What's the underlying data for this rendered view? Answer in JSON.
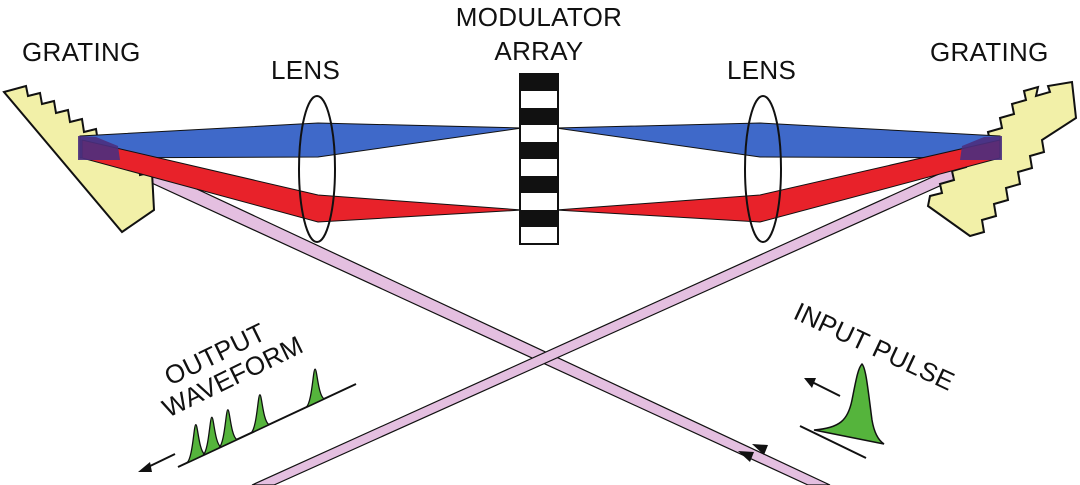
{
  "labels": {
    "grating_left": "GRATING",
    "grating_right": "GRATING",
    "lens_left": "LENS",
    "lens_right": "LENS",
    "modulator_line1": "MODULATOR",
    "modulator_line2": "ARRAY",
    "input_pulse": "INPUT PULSE",
    "output_line1": "OUTPUT",
    "output_line2": "WAVEFORM"
  },
  "colors": {
    "grating_fill": "#f2f0a8",
    "blue_beam": "#3f69c9",
    "red_beam": "#e8222a",
    "overlap": "#4b2f7e",
    "input_beam": "#e4bfe0",
    "pulse_green": "#55b43c",
    "outline": "#111111"
  },
  "modulator": {
    "segments": 10
  },
  "output_waveform": {
    "pulse_count": 5
  }
}
